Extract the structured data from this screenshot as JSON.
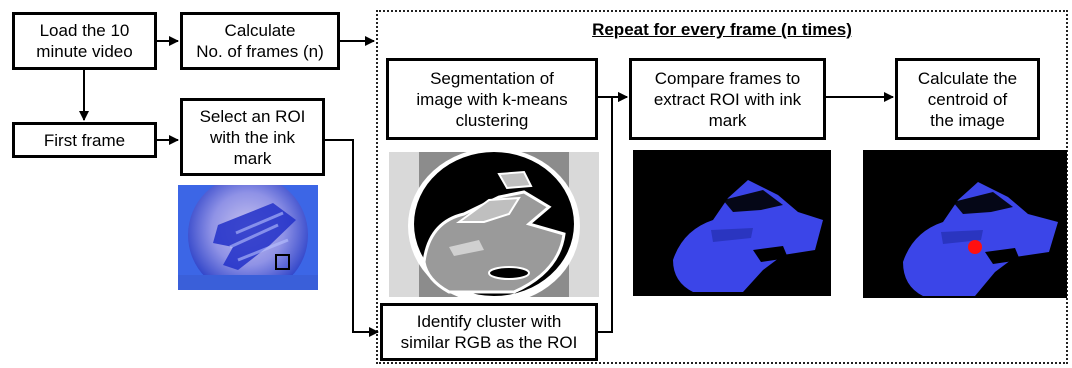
{
  "steps": {
    "load_video": "Load the 10\nminute video",
    "calc_frames": "Calculate\nNo. of frames (n)",
    "first_frame": "First frame",
    "select_roi": "Select an ROI\nwith the ink\nmark",
    "segmentation": "Segmentation of\nimage with k-means\nclustering",
    "compare_frames": "Compare frames to\nextract ROI with ink\nmark",
    "centroid": "Calculate the\ncentroid of\nthe image",
    "identify_cluster": "Identify cluster with\nsimilar RGB as the ROI"
  },
  "repeat_region": {
    "title": "Repeat for every frame (n times)"
  },
  "colors": {
    "ink_blue": "#3b45e8",
    "centroid_dot": "#ff1010",
    "background_black": "#000000"
  }
}
